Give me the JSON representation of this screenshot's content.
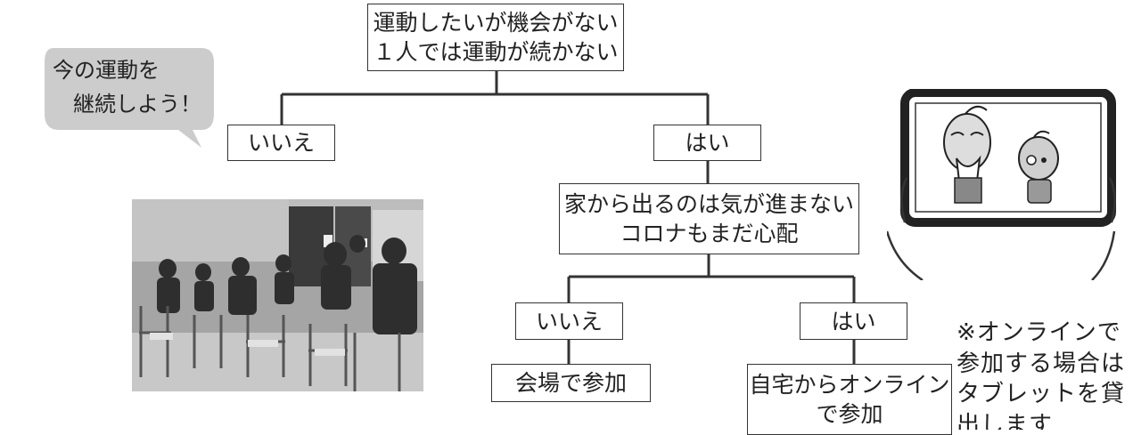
{
  "bubble": {
    "line1": "今の運動を",
    "line2": "継続しよう！"
  },
  "flowchart": {
    "root": {
      "line1": "運動したいが機会がない",
      "line2": "１人では運動が続かない"
    },
    "no_1": "いいえ",
    "yes_1": "はい",
    "question_2": {
      "line1": "家から出るのは気が進まない",
      "line2": "コロナもまだ心配"
    },
    "no_2": "いいえ",
    "yes_2": "はい",
    "result_venue": "会場で参加",
    "result_online": {
      "line1": "自宅からオンライン",
      "line2": "で参加"
    }
  },
  "note": {
    "line1": "※オンラインで",
    "line2": "参加する場合は",
    "line3": "タブレットを貸",
    "line4": "出します"
  },
  "colors": {
    "line": "#333333",
    "bubble_fill": "#cccccc"
  }
}
